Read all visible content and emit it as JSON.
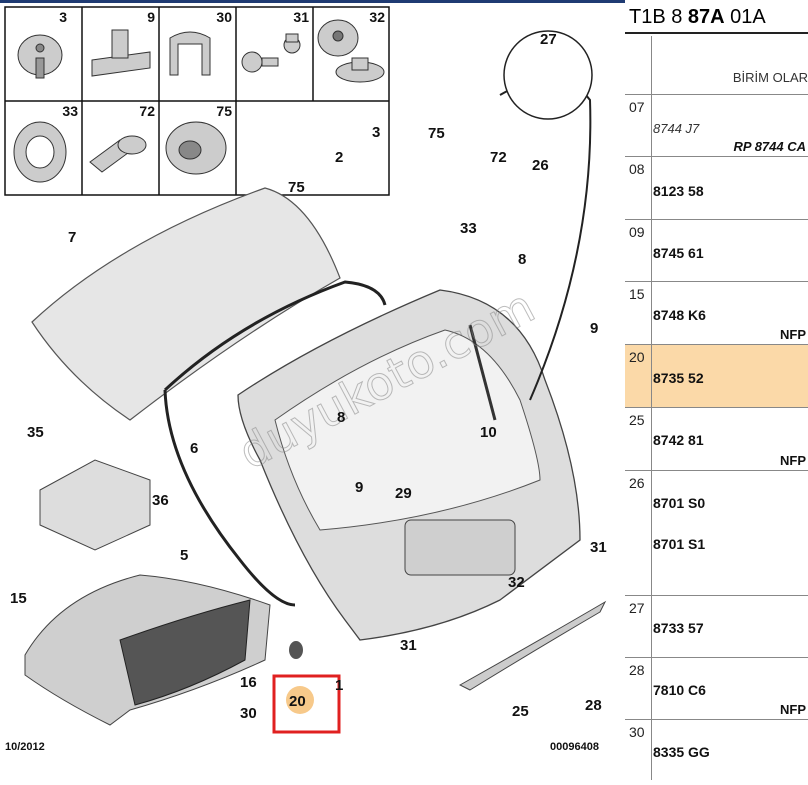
{
  "diagram": {
    "footer_date": "10/2012",
    "footer_code": "00096408",
    "watermark": "duyukoto.com",
    "legend_cells": [
      "3",
      "9",
      "30",
      "31",
      "32",
      "33",
      "72",
      "75"
    ],
    "callouts": [
      "27",
      "3",
      "75",
      "2",
      "72",
      "26",
      "7",
      "75",
      "33",
      "8",
      "9",
      "35",
      "6",
      "8",
      "36",
      "10",
      "29",
      "9",
      "5",
      "15",
      "16",
      "30",
      "20",
      "1",
      "31",
      "32",
      "31",
      "25",
      "28"
    ]
  },
  "parts_panel": {
    "reference": {
      "part1": "T1B 8 ",
      "part2": "87A",
      "part3": " 01A"
    },
    "column_header": "BİRİM OLAR",
    "rows": [
      {
        "ref": "07",
        "part": "8744 J7",
        "sub": "RP 8744 CA",
        "note": ""
      },
      {
        "ref": "08",
        "part": "8123 58",
        "sub": "",
        "note": ""
      },
      {
        "ref": "09",
        "part": "8745 61",
        "sub": "",
        "note": ""
      },
      {
        "ref": "15",
        "part": "8748 K6",
        "sub": "",
        "note": "NFP"
      },
      {
        "ref": "20",
        "part": "8735 52",
        "sub": "",
        "note": ""
      },
      {
        "ref": "25",
        "part": "8742 81",
        "sub": "",
        "note": "NFP"
      },
      {
        "ref": "26",
        "part": "8701 S0",
        "part2": "8701 S1",
        "sub": "",
        "note": ""
      },
      {
        "ref": "27",
        "part": "8733 57",
        "sub": "",
        "note": ""
      },
      {
        "ref": "28",
        "part": "7810 C6",
        "sub": "",
        "note": "NFP"
      },
      {
        "ref": "30",
        "part": "8335 GG",
        "sub": "",
        "note": ""
      }
    ]
  },
  "colors": {
    "highlight_row": "#fbd9a8",
    "selected_box": "#e02020",
    "selected_fill": "#f7c98a",
    "top_bar": "#1f3b73"
  }
}
